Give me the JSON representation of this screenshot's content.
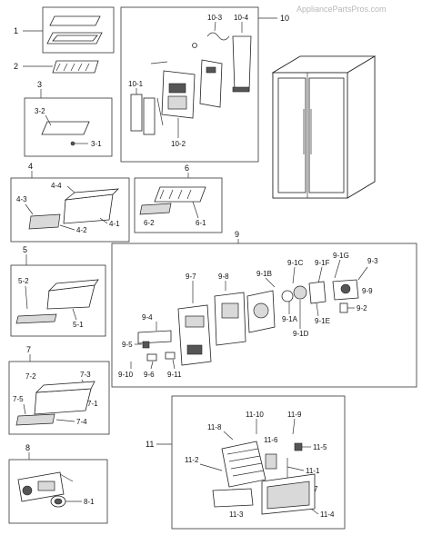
{
  "watermark": "AppliancePartsPros.com",
  "groups": {
    "g1": "1",
    "g2": "2",
    "g3": "3",
    "g4": "4",
    "g5": "5",
    "g6": "6",
    "g7": "7",
    "g8": "8",
    "g9": "9",
    "g10": "10",
    "g11": "11"
  },
  "labels": {
    "p3_1": "3-1",
    "p3_2": "3-2",
    "p4_1": "4-1",
    "p4_2": "4-2",
    "p4_3": "4-3",
    "p4_4": "4-4",
    "p5_1": "5-1",
    "p5_2": "5-2",
    "p6_1": "6-1",
    "p6_2": "6-2",
    "p7_1": "7-1",
    "p7_2": "7-2",
    "p7_3": "7-3",
    "p7_4": "7-4",
    "p7_5": "7-5",
    "p8_1": "8-1",
    "p9_1a": "9-1A",
    "p9_1b": "9-1B",
    "p9_1c": "9-1C",
    "p9_1d": "9-1D",
    "p9_1e": "9-1E",
    "p9_1f": "9-1F",
    "p9_1g": "9-1G",
    "p9_2": "9-2",
    "p9_3": "9-3",
    "p9_4": "9-4",
    "p9_5": "9-5",
    "p9_6": "9-6",
    "p9_7": "9-7",
    "p9_8": "9-8",
    "p9_9": "9-9",
    "p9_10": "9-10",
    "p9_11": "9-11",
    "p10_1": "10-1",
    "p10_2": "10-2",
    "p10_3": "10-3",
    "p10_4": "10-4",
    "p11_1": "11-1",
    "p11_2": "11-2",
    "p11_3": "11-3",
    "p11_4": "11-4",
    "p11_5": "11-5",
    "p11_6": "11-6",
    "p11_7": "11-7",
    "p11_8": "11-8",
    "p11_9": "11-9",
    "p11_10": "11-10"
  }
}
